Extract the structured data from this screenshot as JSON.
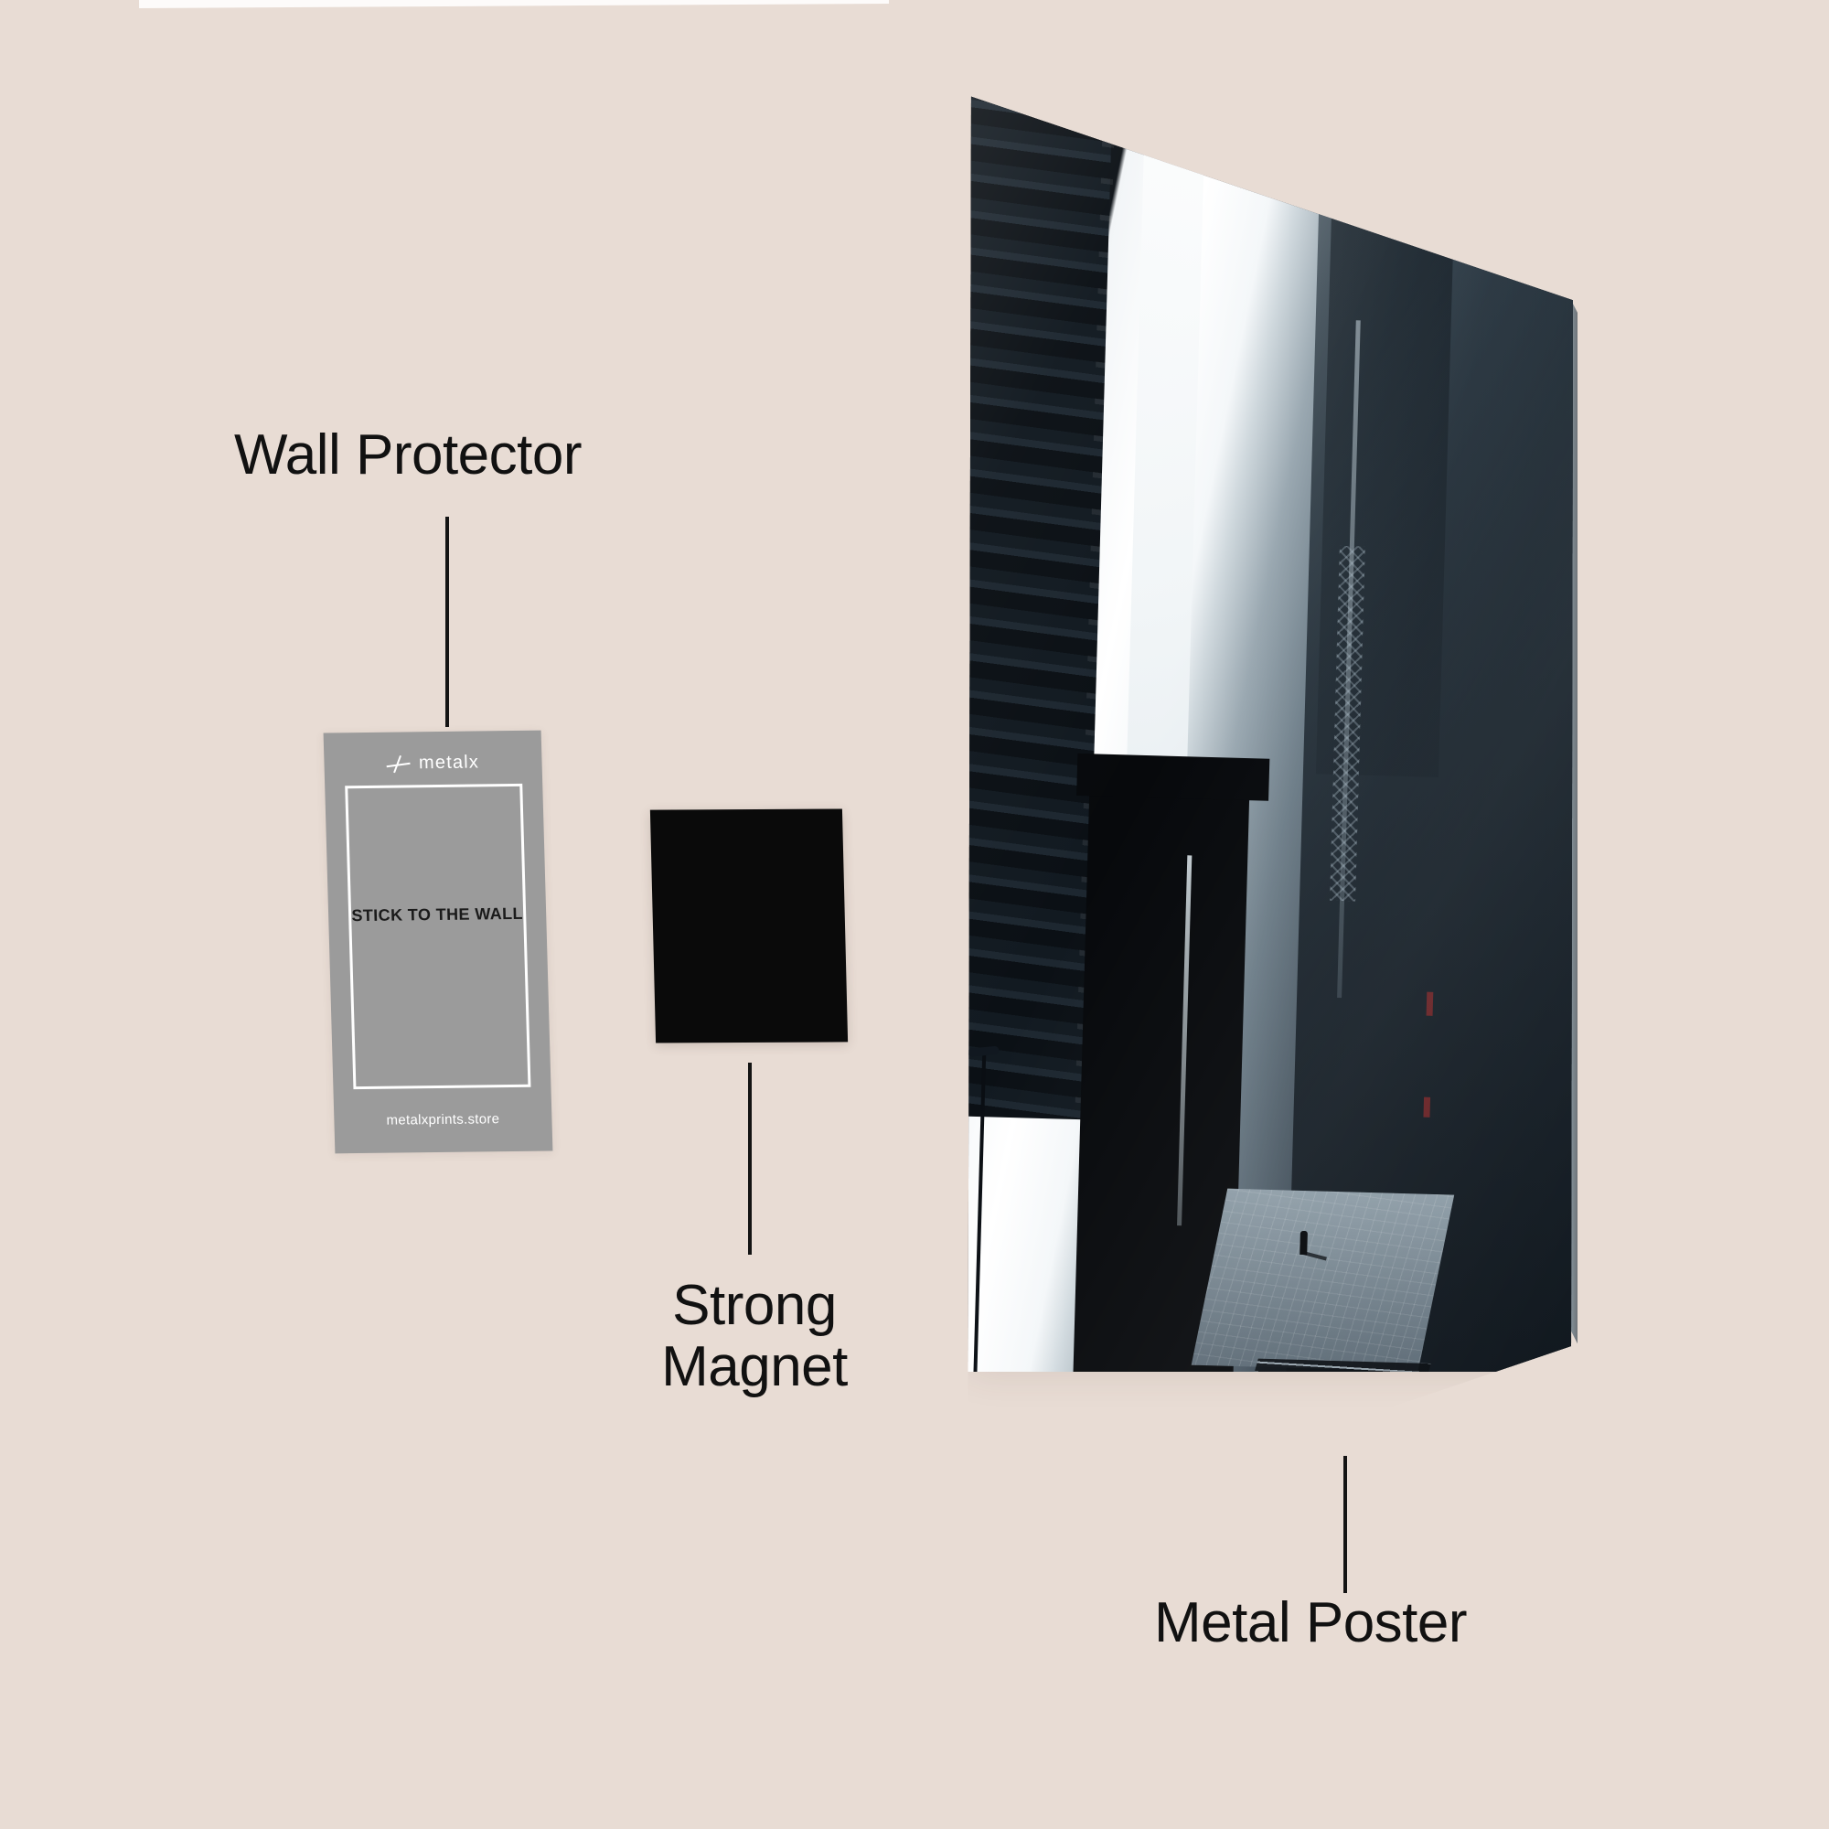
{
  "scene": {
    "background_color": "#e8dcd4",
    "label_color": "#111111"
  },
  "callouts": [
    {
      "id": "wall-protector",
      "label": "Wall Protector",
      "leader": "vertical-line"
    },
    {
      "id": "strong-magnet",
      "label": "Strong\nMagnet",
      "leader": "vertical-line"
    },
    {
      "id": "metal-poster",
      "label": "Metal Poster",
      "leader": "vertical-line"
    }
  ],
  "wall_protector": {
    "brand_name": "metalx",
    "logo_icon": "metalx-cross-icon",
    "center_text": "STICK TO THE WALL",
    "url": "metalxprints.store",
    "card_color": "#9b9b9b",
    "frame_color": "#ffffff"
  },
  "magnet": {
    "color": "#0a0a0a",
    "shape": "square"
  },
  "metal_poster": {
    "artwork_title": "Monochrome city canyon with lone figure",
    "artwork_palette": [
      "#ffffff",
      "#8f9ea8",
      "#3d4a55",
      "#1a232b",
      "#07090c"
    ],
    "finish": "glossy metal print"
  }
}
